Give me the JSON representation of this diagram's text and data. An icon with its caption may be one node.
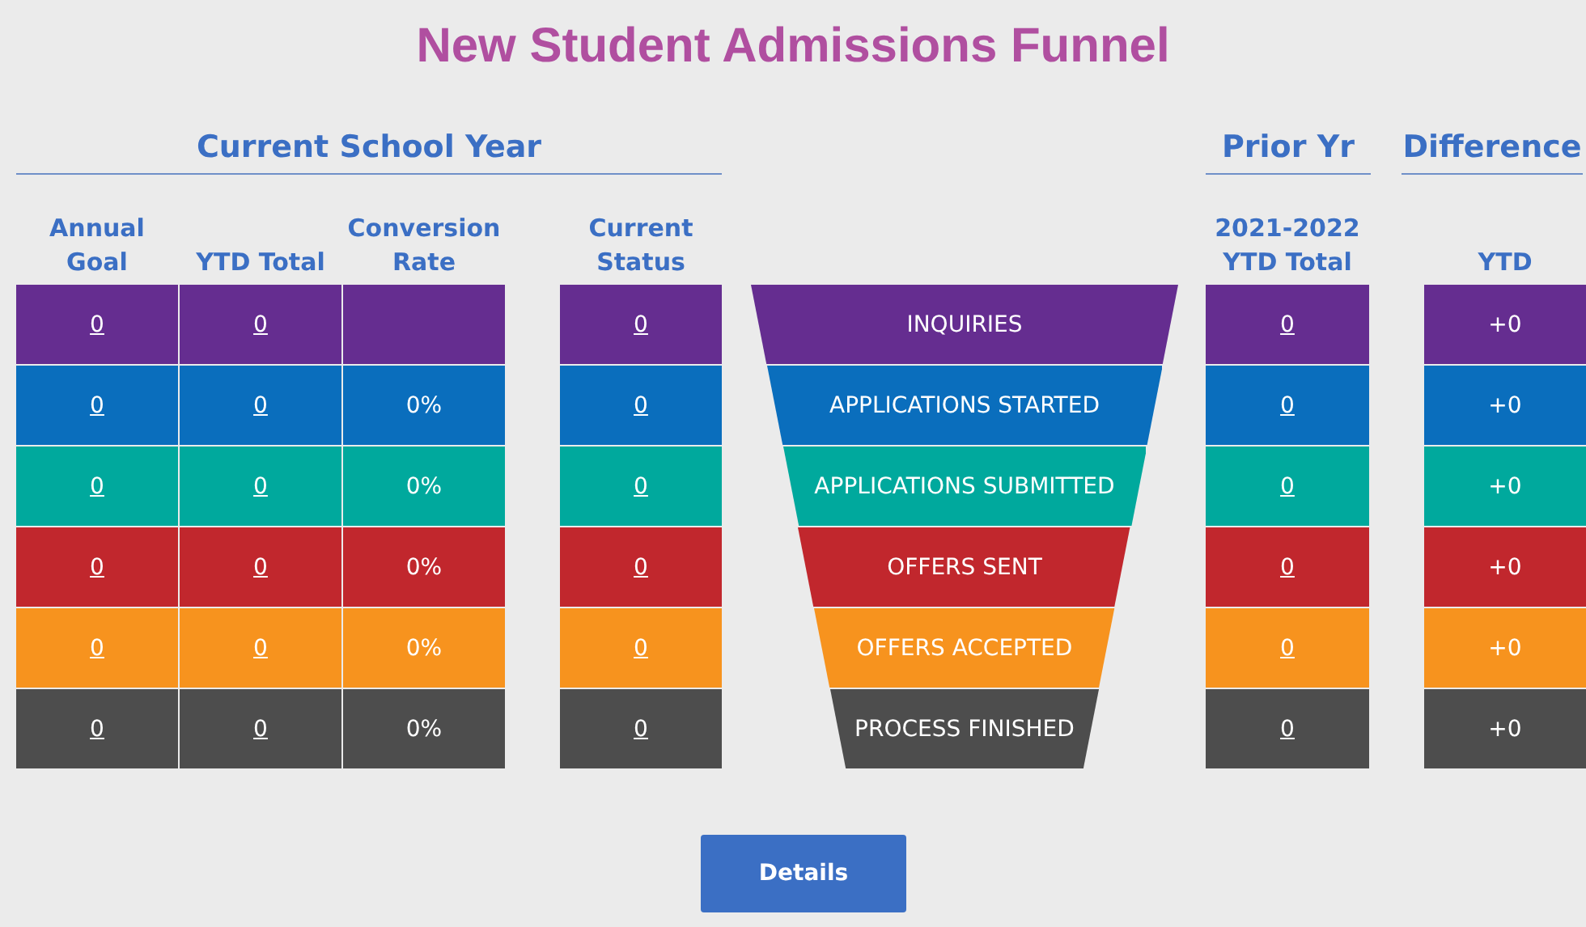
{
  "diagram": {
    "title": "New Student Admissions Funnel",
    "nodes": [
      {
        "text": [
          "INQUIRIES"
        ]
      },
      {
        "text": [
          "APPLICATIONS STARTED"
        ]
      },
      {
        "text": [
          "APPLICATIONS SUBMITTED"
        ]
      },
      {
        "text": [
          "OFFERS SENT"
        ]
      },
      {
        "text": [
          "OFFERS ACCEPTED"
        ]
      },
      {
        "text": [
          "PROCESS FINISHED"
        ]
      }
    ],
    "labels": [
      "Current School Year",
      "Prior Yr",
      "Difference",
      "Annual Goal",
      "YTD Total",
      "Conversion Rate",
      "Current Status",
      "2021-2022 YTD Total",
      "YTD",
      "0",
      "0",
      "0",
      "0",
      "+0",
      "0",
      "0",
      "0%",
      "0",
      "0",
      "+0",
      "0",
      "0",
      "0%",
      "0",
      "0",
      "+0",
      "0",
      "0",
      "0%",
      "0",
      "0",
      "+0",
      "0",
      "0",
      "0%",
      "0",
      "0",
      "+0",
      "0",
      "0",
      "0%",
      "0",
      "0",
      "+0",
      "Details"
    ]
  }
}
